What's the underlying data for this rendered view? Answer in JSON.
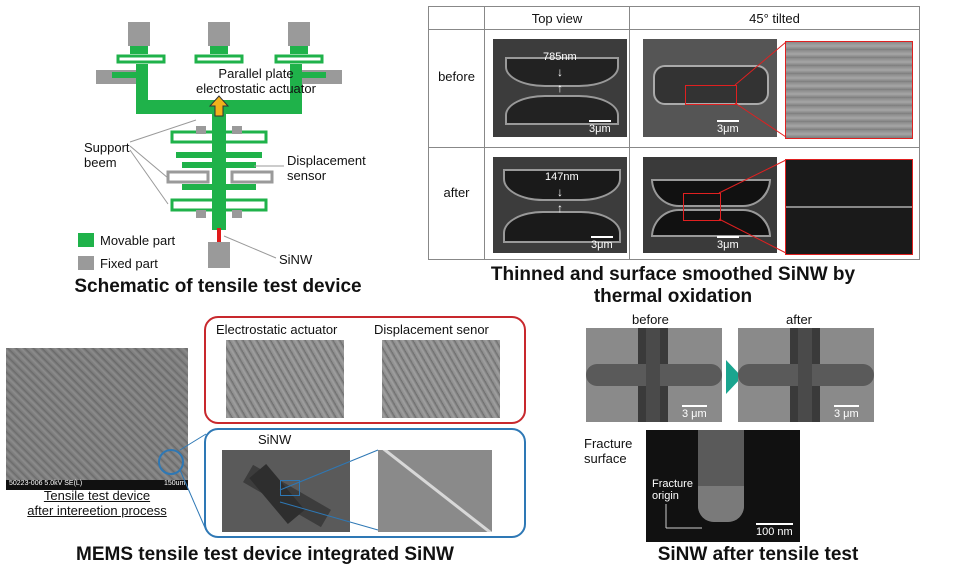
{
  "schematic": {
    "label_actuator_l1": "Parallel plate",
    "label_actuator_l2": "electrostatic actuator",
    "label_support_l1": "Support",
    "label_support_l2": "beem",
    "label_displacement_l1": "Displacement",
    "label_displacement_l2": "sensor",
    "label_sinw": "SiNW",
    "legend_movable": "Movable part",
    "legend_fixed": "Fixed part",
    "caption": "Schematic of tensile test device",
    "colors": {
      "movable": "#1fb24a",
      "fixed": "#9a9a9a",
      "arrow": "#f2b21b",
      "nanowire": "#e01a1a"
    }
  },
  "oxidation": {
    "col_top": "Top view",
    "col_tilted": "45° tilted",
    "row_before": "before",
    "row_after": "after",
    "width_before": "785nm",
    "width_after": "147nm",
    "scale_label": "3μm",
    "caption_l1": "Thinned and surface smoothed SiNW by",
    "caption_l2": "thermal oxidation"
  },
  "mems": {
    "sem_footer": "50223-006 5.0kV SE(L)",
    "sem_scale": "150um",
    "device_l1": "Tensile test device",
    "device_l2": "after intereetion process",
    "label_actuator": "Electrostatic actuator",
    "label_sensor": "Displacement senor",
    "label_sinw": "SiNW",
    "caption": "MEMS tensile test device integrated SiNW",
    "colors": {
      "red_frame": "#c8282d",
      "blue_frame": "#2e78b5"
    }
  },
  "after_test": {
    "label_before": "before",
    "label_after": "after",
    "scale_label": "3 μm",
    "fracture_surface_l1": "Fracture",
    "fracture_surface_l2": "surface",
    "fracture_origin_l1": "Fracture",
    "fracture_origin_l2": "origin",
    "scale_100": "100 nm",
    "caption": "SiNW after tensile test",
    "colors": {
      "arrow": "#1aa58f"
    }
  }
}
